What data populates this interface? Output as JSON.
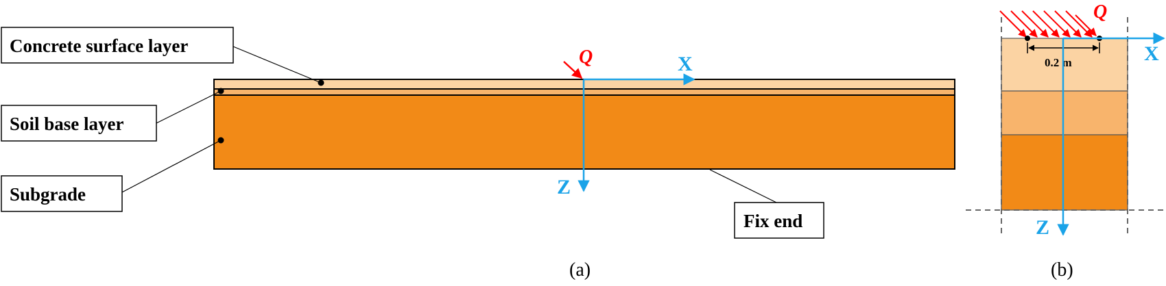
{
  "panel_a": {
    "labels": {
      "concrete": "Concrete surface layer",
      "soil": "Soil base layer",
      "subgrade": "Subgrade",
      "fix_end": "Fix end"
    },
    "load": "Q",
    "axis_x": "X",
    "axis_z": "Z",
    "caption": "(a)"
  },
  "panel_b": {
    "load": "Q",
    "axis_x": "X",
    "axis_z": "Z",
    "dimension": "0.2 m",
    "caption": "(b)"
  },
  "colors": {
    "concrete": "#fbd3a3",
    "soil_base": "#f8b46c",
    "subgrade": "#f28a17",
    "axis": "#1aa3e8",
    "load": "#ff0000"
  }
}
